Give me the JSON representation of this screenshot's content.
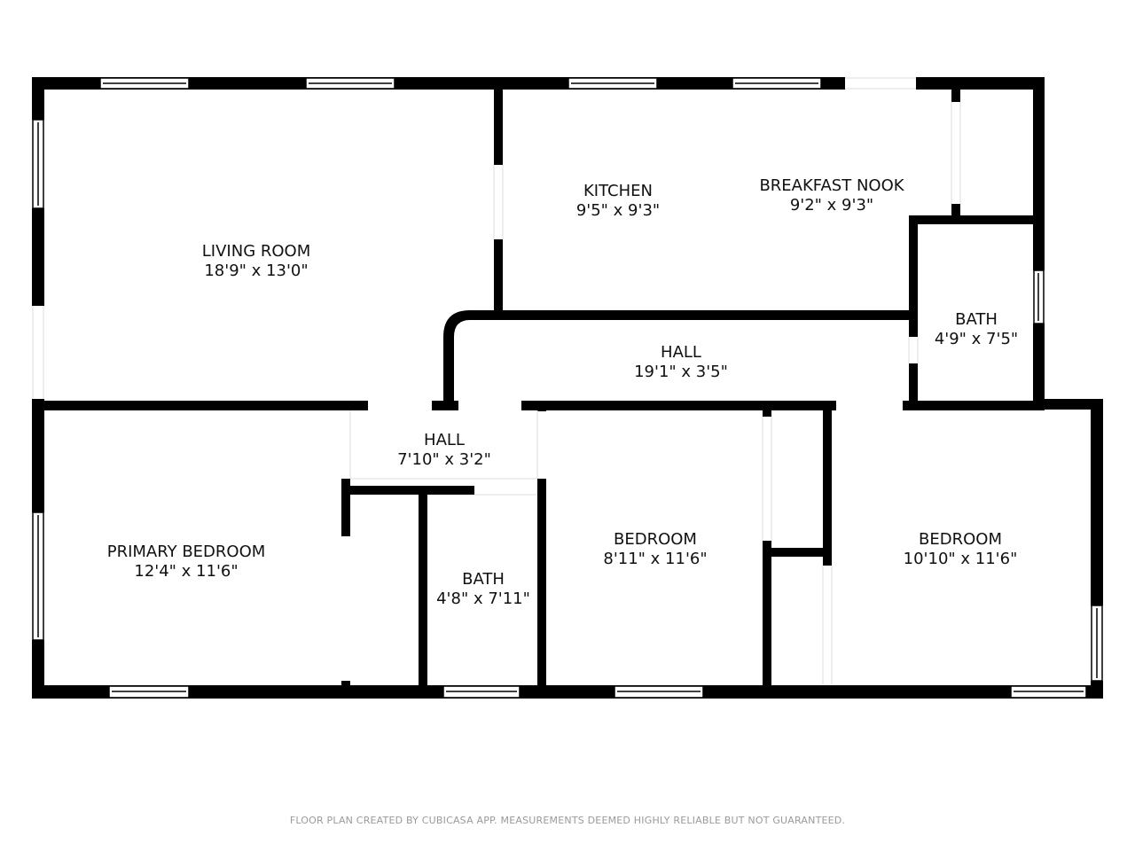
{
  "rooms": [
    {
      "name": "LIVING ROOM",
      "size": "18'9\" x 13'0\""
    },
    {
      "name": "KITCHEN",
      "size": "9'5\" x 9'3\""
    },
    {
      "name": "BREAKFAST NOOK",
      "size": "9'2\" x 9'3\""
    },
    {
      "name": "BATH",
      "size": "4'9\" x 7'5\""
    },
    {
      "name": "HALL",
      "size": "19'1\" x 3'5\""
    },
    {
      "name": "HALL",
      "size": "7'10\" x 3'2\""
    },
    {
      "name": "PRIMARY BEDROOM",
      "size": "12'4\" x 11'6\""
    },
    {
      "name": "BATH",
      "size": "4'8\" x 7'11\""
    },
    {
      "name": "BEDROOM",
      "size": "8'11\" x 11'6\""
    },
    {
      "name": "BEDROOM",
      "size": "10'10\" x 11'6\""
    }
  ],
  "footer": "FLOOR PLAN CREATED BY CUBICASA APP. MEASUREMENTS DEEMED HIGHLY RELIABLE BUT NOT GUARANTEED."
}
